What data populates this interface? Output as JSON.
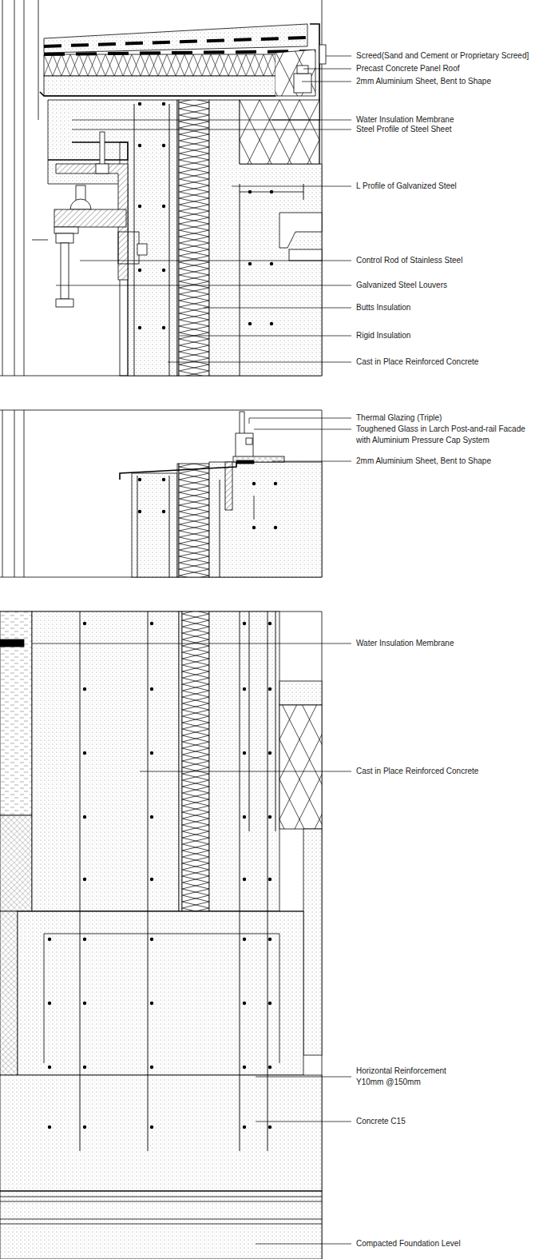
{
  "diagram": {
    "labels": [
      "Screed(Sand and Cement or Proprietary Screed]",
      "Precast Concrete Panel Roof",
      "2mm Aluminium Sheet, Bent to Shape",
      "Water Insulation Membrane",
      "Steel Profile of Steel Sheet",
      "L Profile of Galvanized Steel",
      "Control Rod of Stainless Steel",
      "Galvanized Steel Louvers",
      "Butts Insulation",
      "Rigid Insulation",
      "Cast in Place Reinforced Concrete",
      "Thermal Glazing (Triple)",
      "Toughened Glass in Larch Post-and-rail Facade with Aluminium Pressure Cap System",
      "2mm Aluminium Sheet, Bent to Shape",
      "Water Insulation Membrane",
      "Cast in Place Reinforced Concrete",
      "Horizontal Reinforcement Y10mm @150mm",
      "Concrete C15",
      "Compacted Foundation Level"
    ]
  }
}
